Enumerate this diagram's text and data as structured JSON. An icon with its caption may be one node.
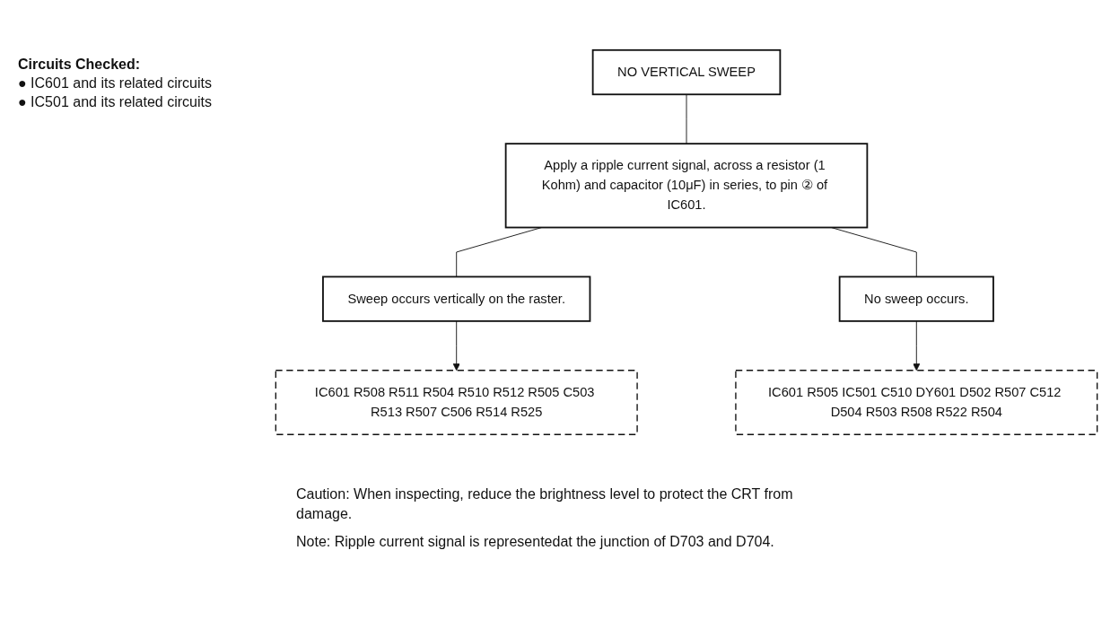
{
  "diagram": {
    "nodes": [
      {
        "text": [
          "NO VERTICAL SWEEP"
        ]
      },
      {
        "text": [
          "Apply a ripple current signal, across a resistor (1 Kohm) and capacitor (10μF) in series, to pin ② of IC601."
        ]
      },
      {
        "text": [
          "Sweep occurs vertically on the raster."
        ]
      },
      {
        "text": [
          "No sweep occurs."
        ]
      },
      {
        "text": [
          "IC601 R508 R511 R504 R510 R512 R505 C503 R513 R507 C506 R514 R525"
        ]
      },
      {
        "text": [
          "IC601 R505 IC501 C510 DY601 D502 R507 C512 D504 R503 R508 R522 R504"
        ]
      }
    ],
    "edges": [
      {
        "from": 0,
        "to": 1,
        "arrow": "none"
      },
      {
        "from": 1,
        "to": 2,
        "arrow": "none"
      },
      {
        "from": 1,
        "to": 3,
        "arrow": "none"
      },
      {
        "from": 2,
        "to": 4,
        "arrow": "to"
      },
      {
        "from": 3,
        "to": 5,
        "arrow": "to"
      }
    ],
    "labels": [
      "Circuits Checked:",
      "● IC601 and its related circuits",
      "● IC501 and its related circuits",
      "Caution: When inspecting, reduce the brightness level to protect the CRT from damage.",
      "Note: Ripple current signal is representedat the junction of D703 and D704."
    ]
  }
}
